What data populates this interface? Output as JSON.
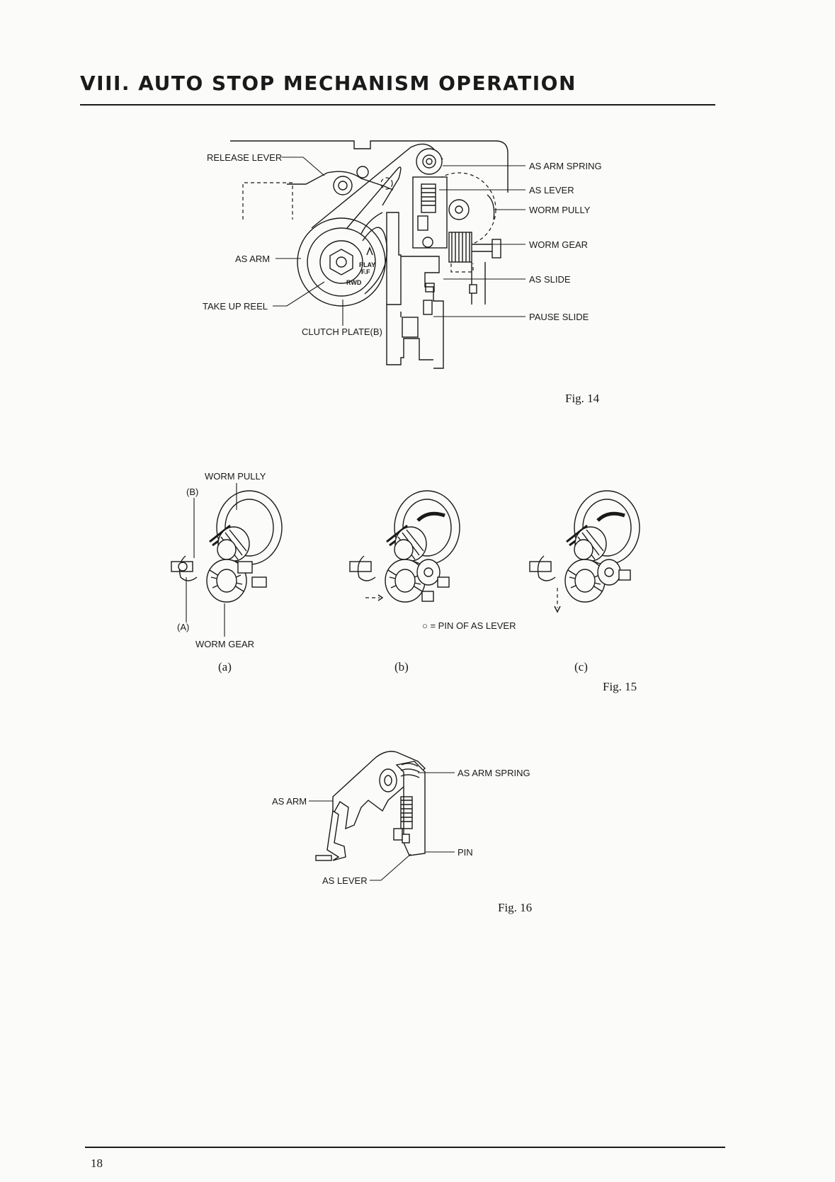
{
  "page": {
    "section_title": "VIII. AUTO STOP MECHANISM OPERATION",
    "page_number": "18"
  },
  "fig14": {
    "caption": "Fig. 14",
    "labels": {
      "release_lever": "RELEASE LEVER",
      "as_arm": "AS ARM",
      "take_up_reel": "TAKE UP REEL",
      "clutch_plate": "CLUTCH PLATE(B)",
      "as_arm_spring": "AS ARM SPRING",
      "as_lever": "AS LEVER",
      "worm_pully": "WORM PULLY",
      "worm_gear": "WORM GEAR",
      "as_slide": "AS SLIDE",
      "pause_slide": "PAUSE SLIDE",
      "play": "PLAY",
      "ff": "F.F",
      "rwd": "RWD"
    }
  },
  "fig15": {
    "caption": "Fig. 15",
    "labels": {
      "worm_pully": "WORM PULLY",
      "b": "(B)",
      "a": "(A)",
      "worm_gear": "WORM GEAR",
      "pin_note": "○ = PIN OF AS LEVER"
    },
    "sub_captions": [
      "(a)",
      "(b)",
      "(c)"
    ]
  },
  "fig16": {
    "caption": "Fig. 16",
    "labels": {
      "as_arm_spring": "AS ARM SPRING",
      "as_arm": "AS ARM",
      "pin": "PIN",
      "as_lever": "AS LEVER"
    }
  }
}
